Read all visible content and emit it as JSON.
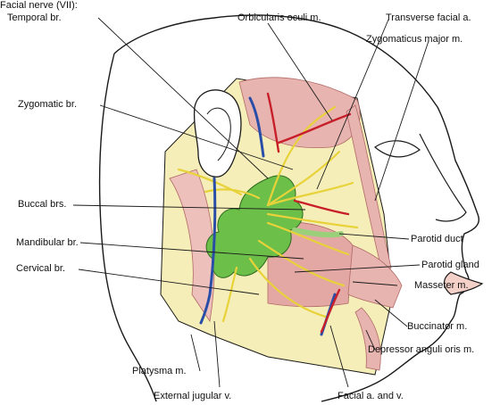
{
  "labels": {
    "facial_nerve": "Facial nerve (VII):",
    "temporal_br": "Temporal br.",
    "orbicularis_oculi": "Orbicularis oculi m.",
    "transverse_facial_a": "Transverse facial a.",
    "zygomaticus_major": "Zygomaticus major m.",
    "zygomatic_br": "Zygomatic br.",
    "buccal_brs": "Buccal brs.",
    "parotid_duct": "Parotid duct",
    "mandibular_br": "Mandibular br.",
    "parotid_gland": "Parotid gland",
    "cervical_br": "Cervical br.",
    "masseter": "Masseter m.",
    "buccinator": "Buccinator m.",
    "depressor_anguli_oris": "Depressor anguli oris m.",
    "platysma": "Platysma m.",
    "external_jugular_v": "External jugular v.",
    "facial_a_and_v": "Facial a. and v."
  },
  "colors": {
    "nerve": "#e8d23a",
    "artery": "#c8202a",
    "vein": "#2a4ea8",
    "gland": "#6cc04a",
    "muscle": "#e8b4b0",
    "skin": "#f6eeb8",
    "outline": "#1a1a1a"
  }
}
